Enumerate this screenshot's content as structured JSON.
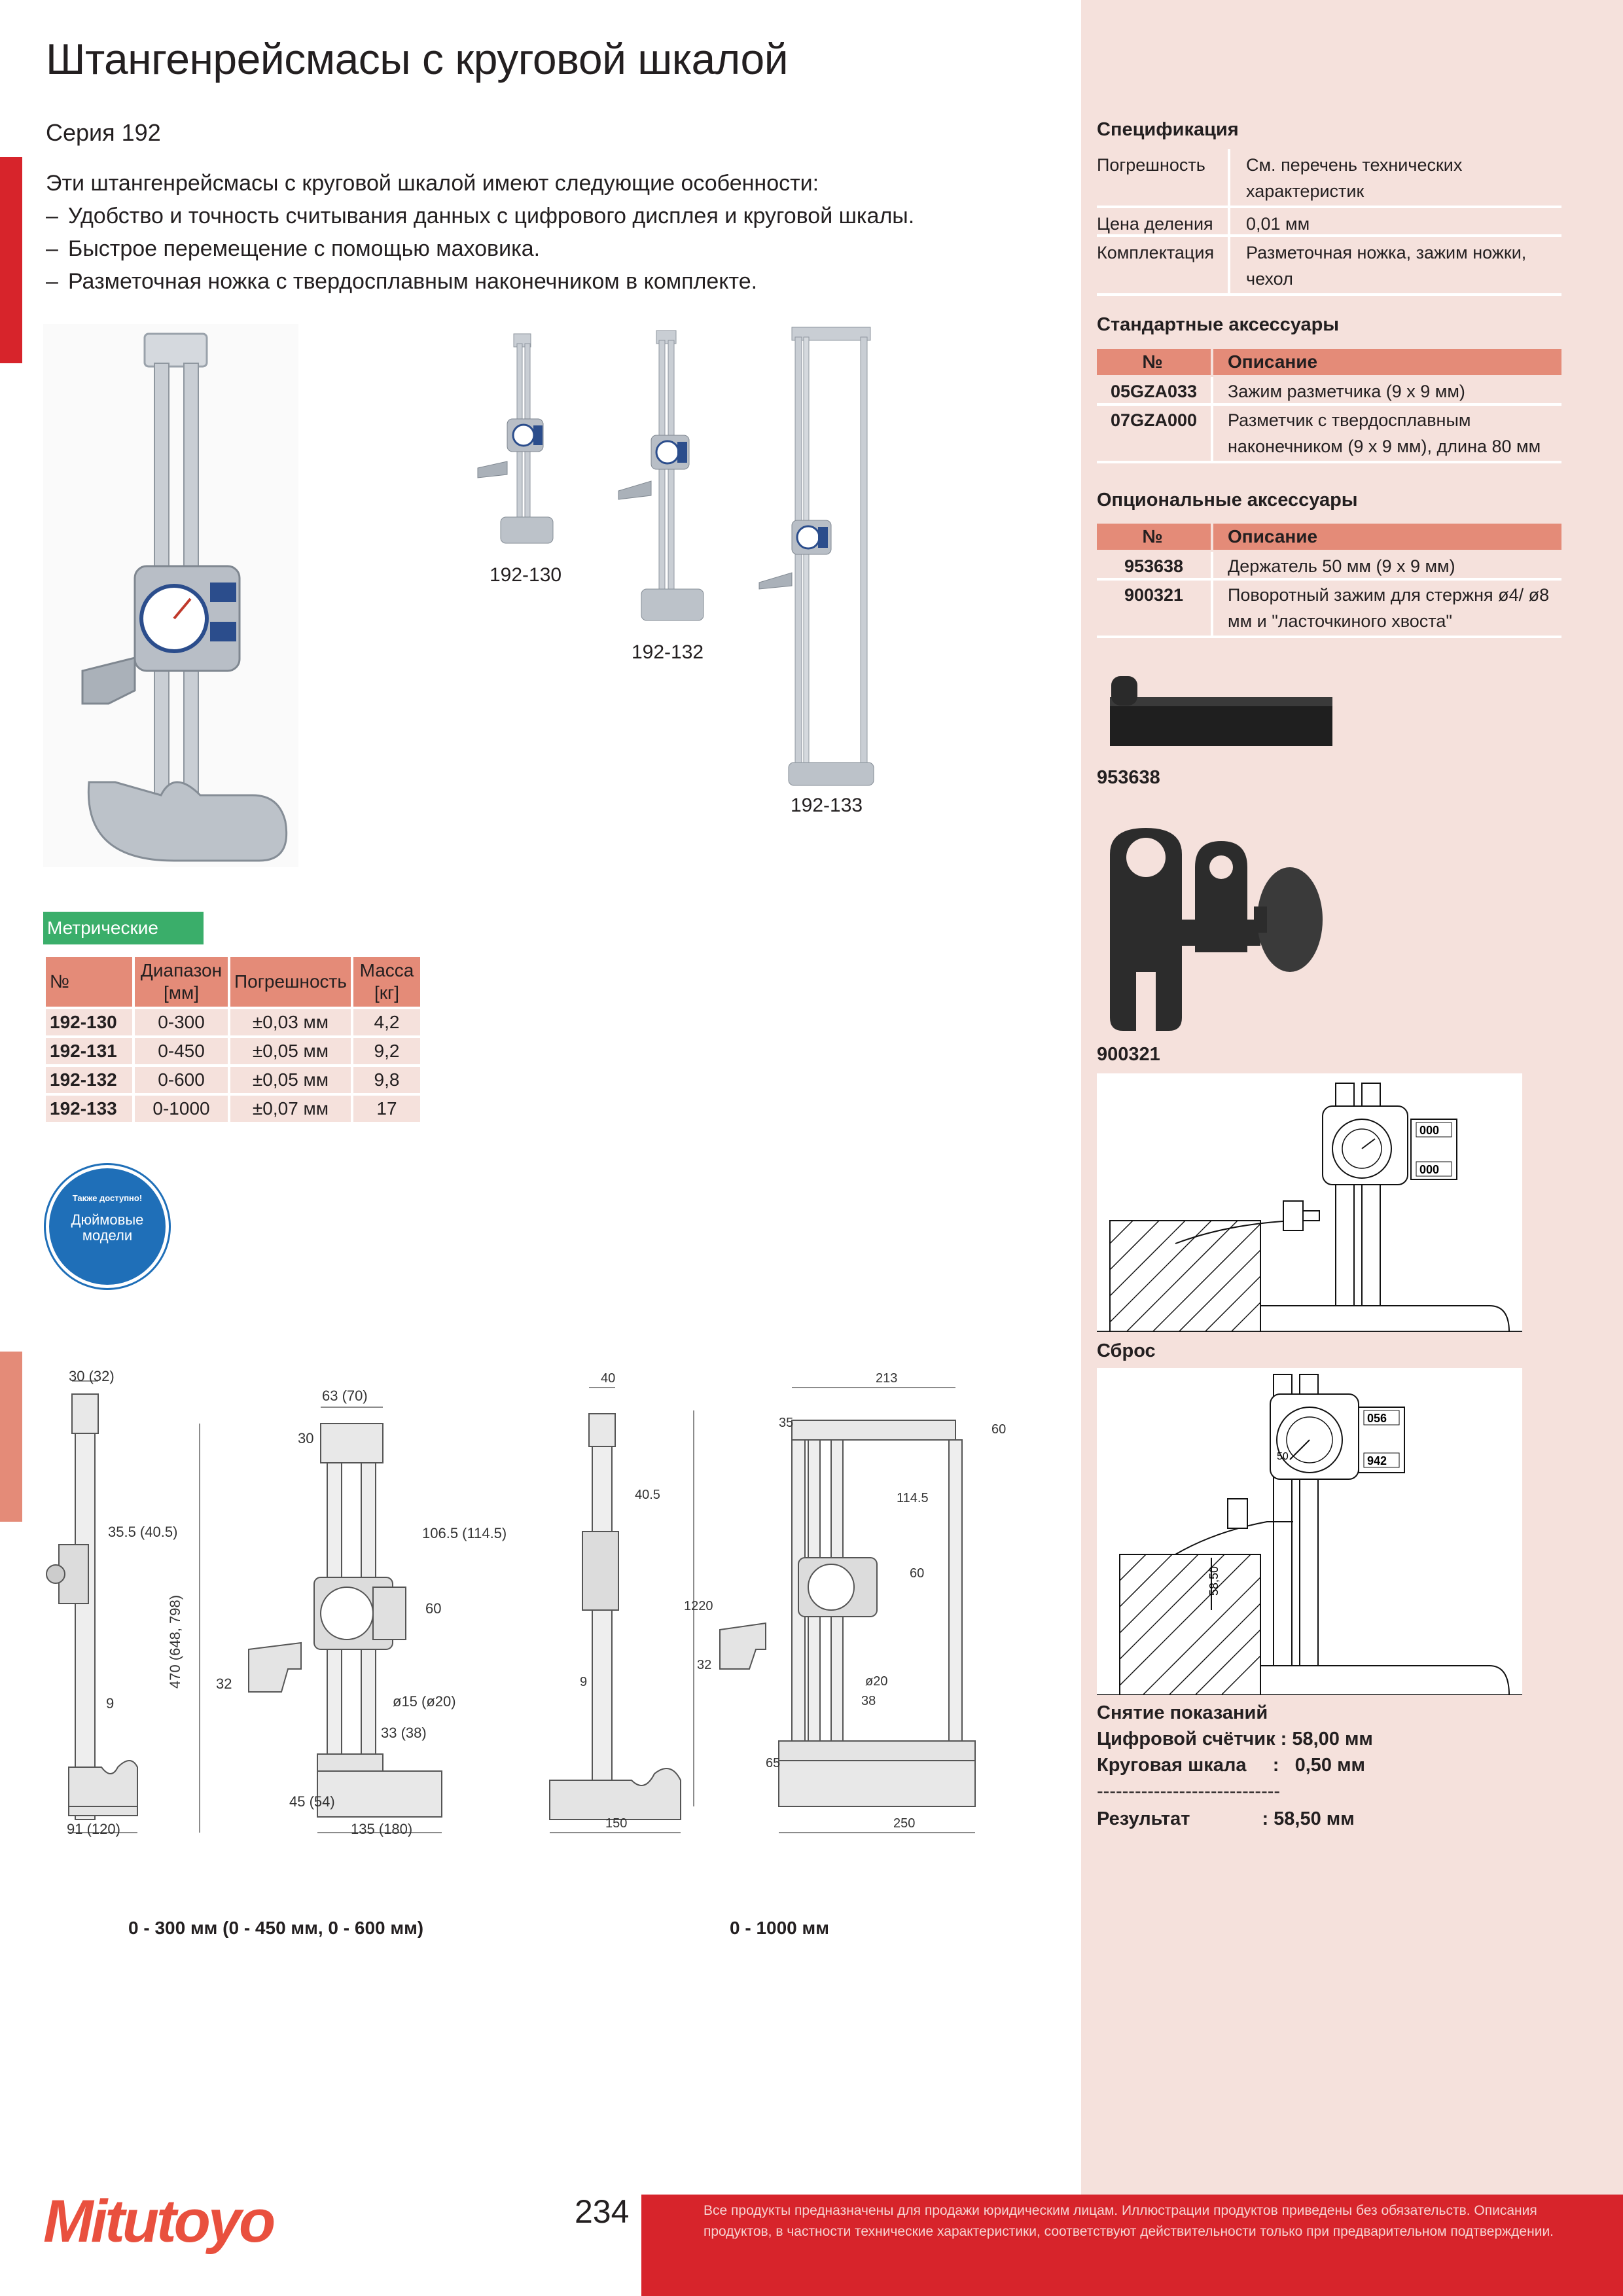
{
  "title": "Штангенрейсмасы с круговой шкалой",
  "series": "Серия 192",
  "intro": {
    "lead": "Эти штангенрейсмасы с круговой шкалой имеют следующие особенности:",
    "dash": "–",
    "bullets": [
      "Удобство и точность считывания данных с цифрового дисплея и круговой шкалы.",
      "Быстрое перемещение с помощью маховика.",
      "Разметочная ножка с твердосплавным наконечником в комплекте."
    ]
  },
  "product_labels": [
    "192-130",
    "192-132",
    "192-133"
  ],
  "metric": {
    "label": "Метрические",
    "headers": [
      "№",
      "Диапазон [мм]",
      "Погрешность",
      "Масса [кг]"
    ],
    "rows": [
      [
        "192-130",
        "0-300",
        "±0,03 мм",
        "4,2"
      ],
      [
        "192-131",
        "0-450",
        "±0,05 мм",
        "9,2"
      ],
      [
        "192-132",
        "0-600",
        "±0,05 мм",
        "9,8"
      ],
      [
        "192-133",
        "0-1000",
        "±0,07 мм",
        "17"
      ]
    ]
  },
  "badge": {
    "top": "Также доступно!",
    "main": "Дюймовые модели"
  },
  "dimensions": {
    "small": [
      "30 (32)",
      "63 (70)",
      "30",
      "35.5 (40.5)",
      "106.5 (114.5)",
      "60",
      "470 (648, 798)",
      "32",
      "9",
      "ø15 (ø20)",
      "33 (38)",
      "45 (54)",
      "91 (120)",
      "135 (180)"
    ],
    "large": [
      "40",
      "213",
      "35",
      "60",
      "40.5",
      "114.5",
      "1220",
      "60",
      "32",
      "9",
      "ø20",
      "38",
      "65",
      "150",
      "250"
    ]
  },
  "drawing_captions": [
    "0 - 300 мм (0 - 450 мм, 0 - 600 мм)",
    "0 - 1000 мм"
  ],
  "spec": {
    "title": "Спецификация",
    "rows": [
      [
        "Погрешность",
        "См. перечень технических характеристик"
      ],
      [
        "Цена деления",
        "0,01 мм"
      ],
      [
        "Комплектация",
        "Разметочная ножка, зажим ножки, чехол"
      ]
    ]
  },
  "standard_acc": {
    "title": "Стандартные аксессуары",
    "headers": [
      "№",
      "Описание"
    ],
    "rows": [
      [
        "05GZA033",
        "Зажим разметчика (9 x 9 мм)"
      ],
      [
        "07GZA000",
        "Разметчик с твердосплавным наконечником (9 x 9 мм), длина 80 мм"
      ]
    ]
  },
  "optional_acc": {
    "title": "Опциональные аксессуары",
    "headers": [
      "№",
      "Описание"
    ],
    "rows": [
      [
        "953638",
        "Держатель 50 мм (9 x 9 мм)"
      ],
      [
        "900321",
        "Поворотный зажим для стержня ø4/ ø8 мм и \"ласточкиного хвоста\""
      ]
    ]
  },
  "acc_labels": [
    "953638",
    "900321"
  ],
  "counter_values": {
    "upper": "000",
    "lower": "000",
    "upper2": "056",
    "lower2": "942",
    "dial_mark": "50",
    "dim": "58,50"
  },
  "reset_label": "Сброс",
  "reading": {
    "title": "Снятие показаний",
    "digital": "Цифровой счётчик : 58,00 мм",
    "dial": "Круговая шкала     :   0,50 мм",
    "divider": "-----------------------------",
    "result_label": "Результат",
    "result_value": ": 58,50 мм"
  },
  "footer": {
    "page": "234",
    "logo": "Mitutoyo",
    "disclaimer": "Все продукты предназначены для продажи юридическим лицам. Иллюстрации продуктов приведены без обязательств. Описания продуктов, в частности технические характеристики, соответствуют действительности только при предварительном подтверждении."
  },
  "colors": {
    "accent_red": "#d7242b",
    "salmon": "#e48b78",
    "panel": "#f5e1dc",
    "green": "#3aae6a",
    "badge_blue": "#1f6fb8"
  }
}
